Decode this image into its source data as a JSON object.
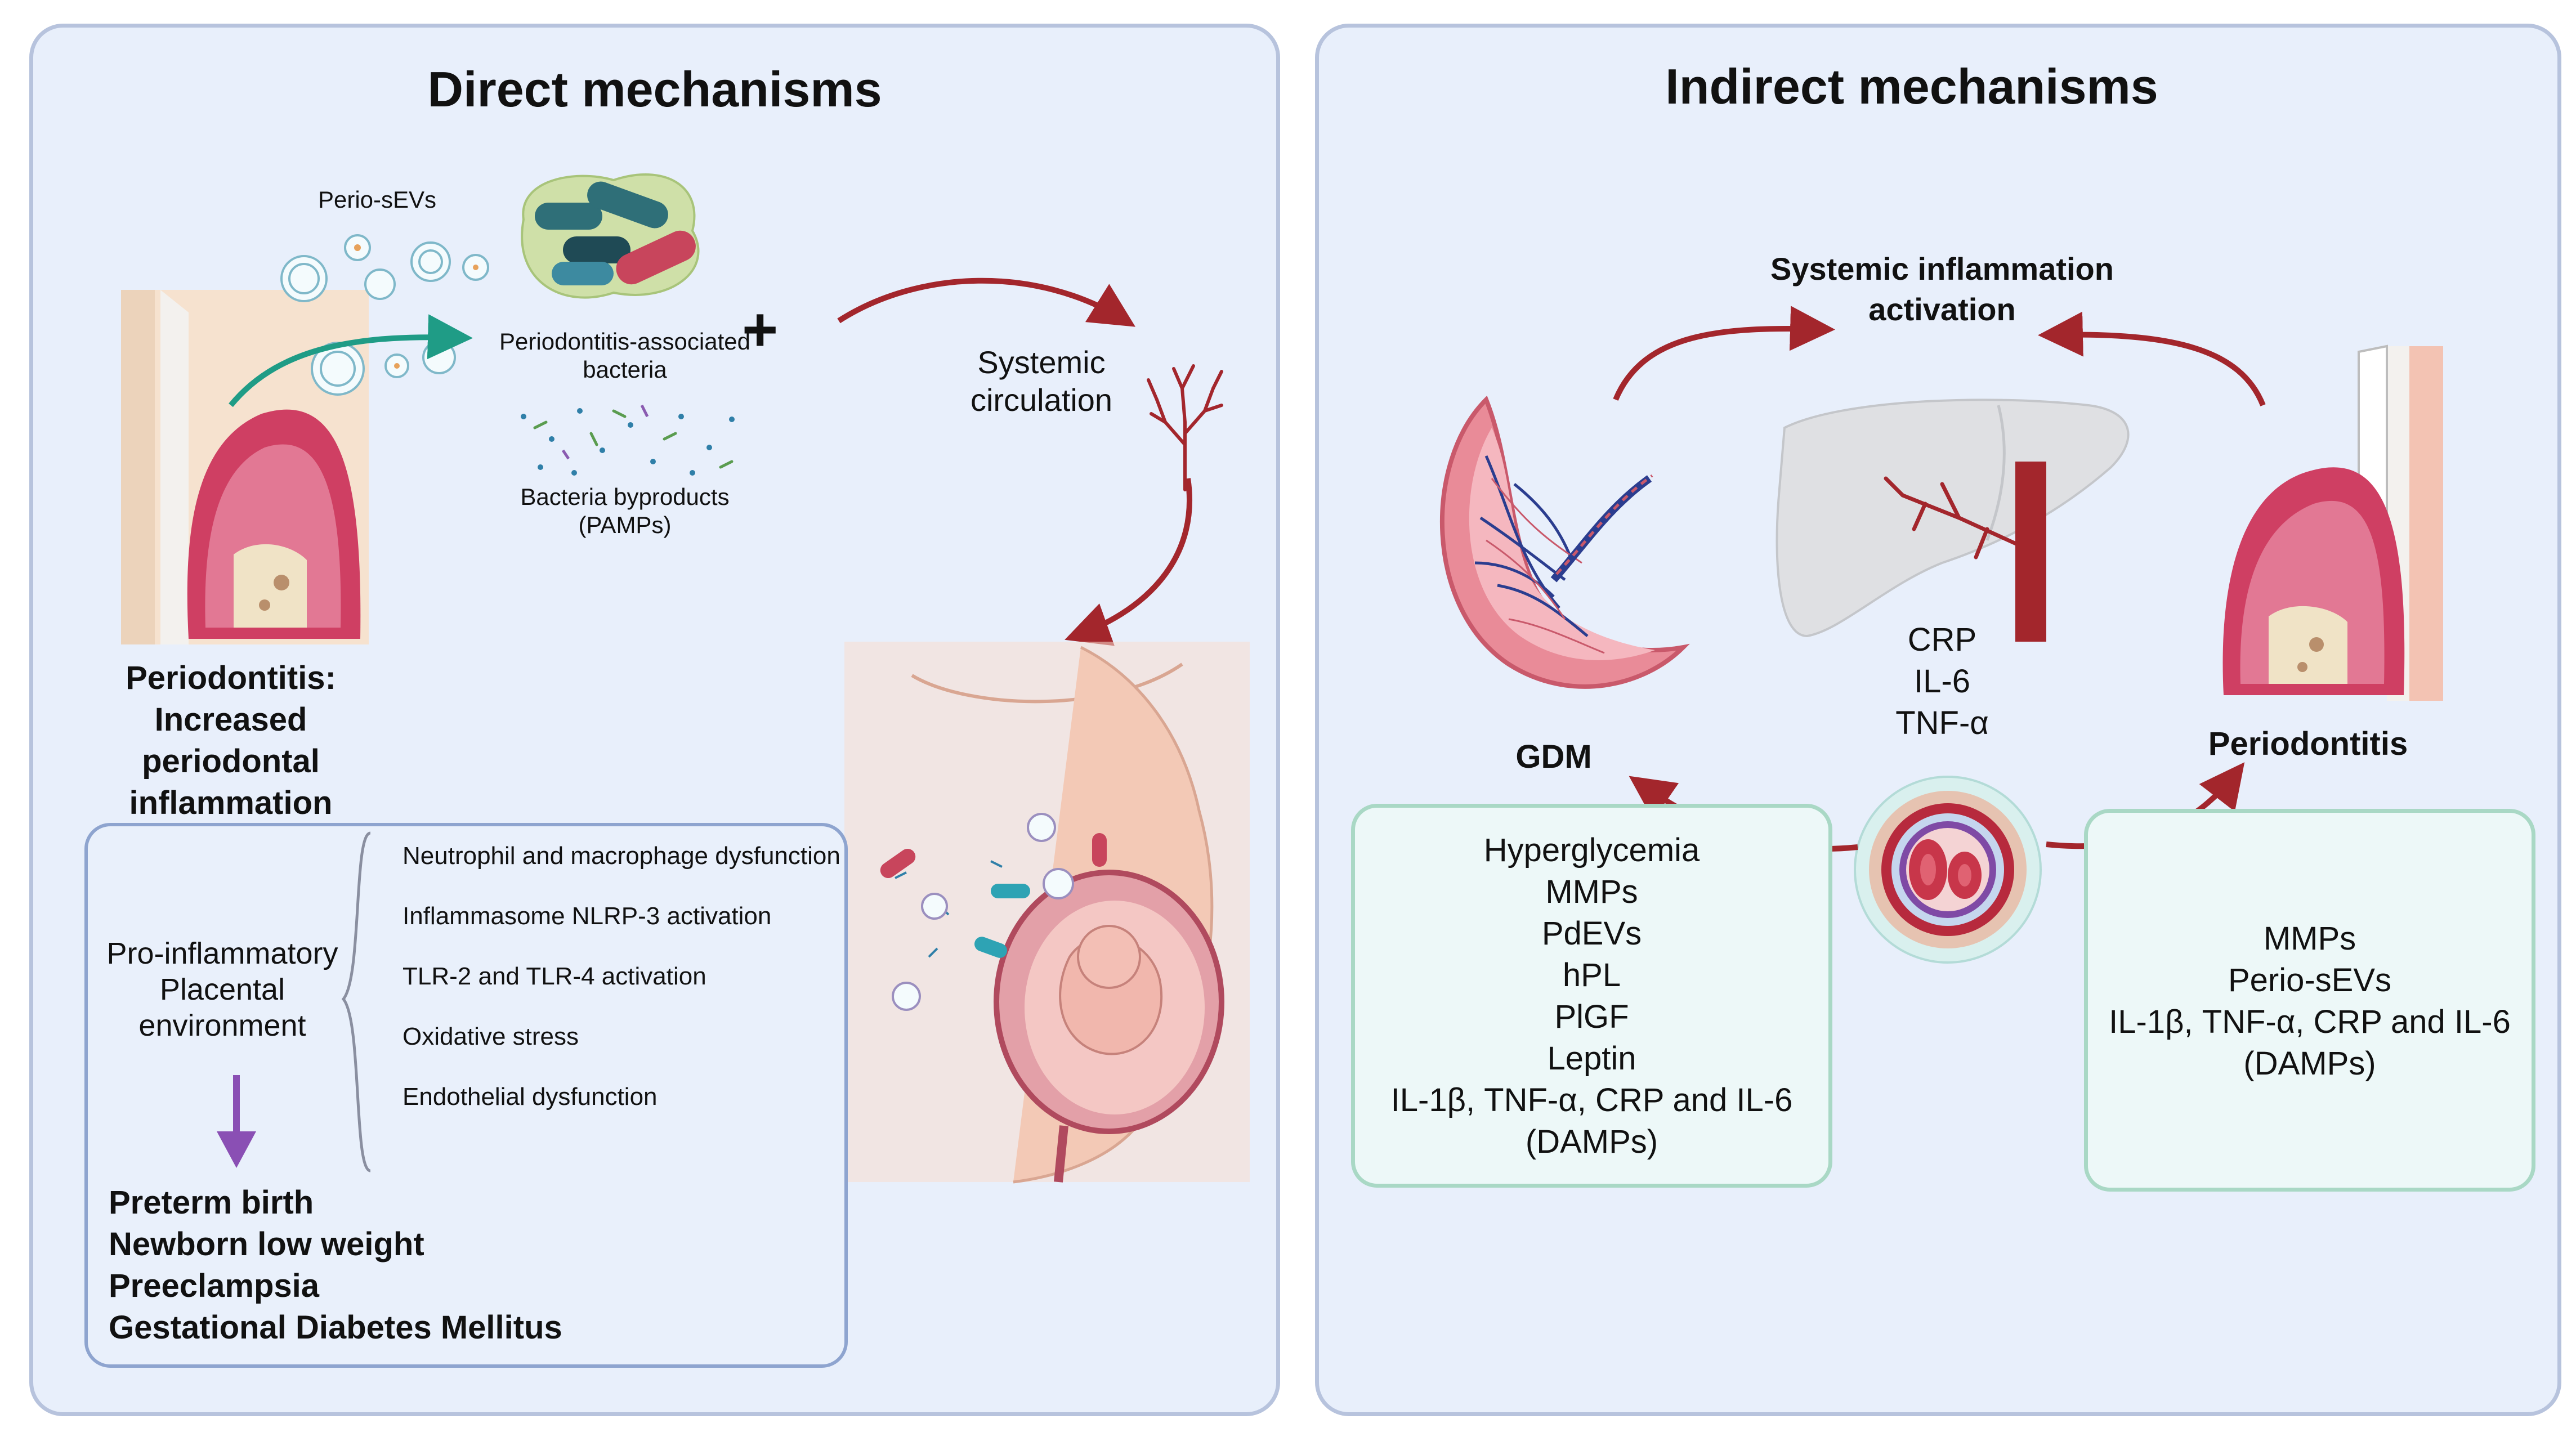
{
  "direct": {
    "title": "Direct mechanisms",
    "perio_sevs": "Perio-sEVs",
    "bacteria": "Periodontitis-associated\nbacteria",
    "byproducts": "Bacteria byproducts\n(PAMPs)",
    "circulation": "Systemic\ncirculation",
    "periodontitis": "Periodontitis:\nIncreased\nperiodontal\ninflammation",
    "placental": "Pro-inflammatory\nPlacental\nenvironment",
    "mechanisms": [
      "Neutrophil and macrophage dysfunction",
      "Inflammasome NLRP-3 activation",
      "TLR-2 and TLR-4  activation",
      "Oxidative stress",
      "Endothelial dysfunction"
    ],
    "outcomes": [
      "Preterm birth",
      "Newborn low weight",
      "Preeclampsia",
      "Gestational Diabetes Mellitus"
    ]
  },
  "indirect": {
    "title": "Indirect mechanisms",
    "systemic": "Systemic inflammation\nactivation",
    "liver_markers": "CRP\nIL-6\nTNF-α",
    "gdm": "GDM",
    "periodontitis": "Periodontitis",
    "gdm_box": [
      "Hyperglycemia",
      "MMPs",
      "PdEVs",
      "hPL",
      "PlGF",
      "Leptin",
      "IL-1β, TNF-α, CRP and IL-6",
      "(DAMPs)"
    ],
    "perio_box": [
      "MMPs",
      "Perio-sEVs",
      "IL-1β, TNF-α, CRP and IL-6",
      "(DAMPs)"
    ]
  },
  "colors": {
    "panel_bg": "#e8effb",
    "panel_border": "#b7c3dd",
    "arrow_red": "#a3262c",
    "arrow_teal": "#1f9c86",
    "arrow_purple": "#8a4fb4",
    "box_green": "#a9d8c5"
  }
}
